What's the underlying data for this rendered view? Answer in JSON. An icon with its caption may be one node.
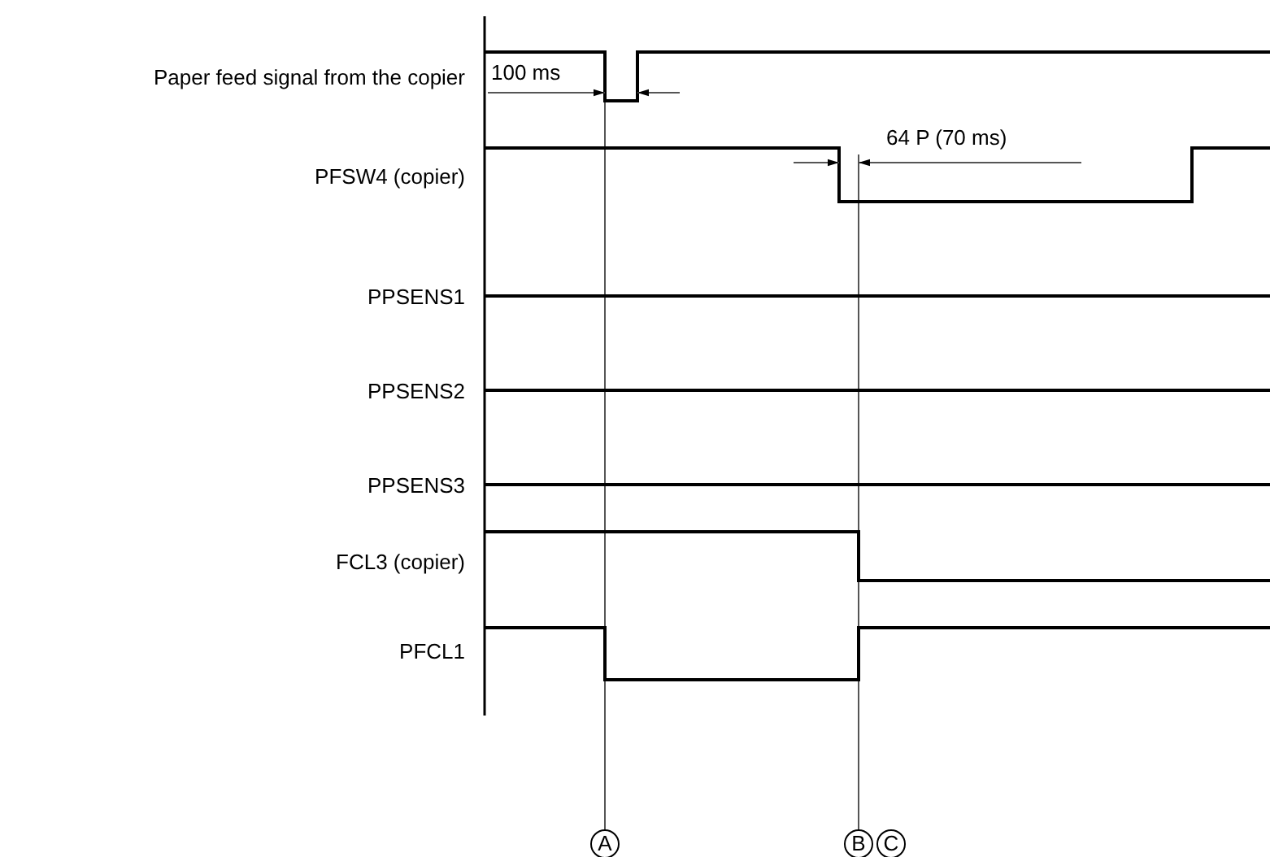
{
  "diagram": {
    "labels": [
      "Paper feed signal from the copier",
      "100 ms",
      "PFSW4 (copier)",
      "64 P (70 ms)",
      "PPSENS1",
      "PPSENS2",
      "PPSENS3",
      "FCL3 (copier)",
      "PFCL1",
      "A",
      "B",
      "C"
    ]
  }
}
